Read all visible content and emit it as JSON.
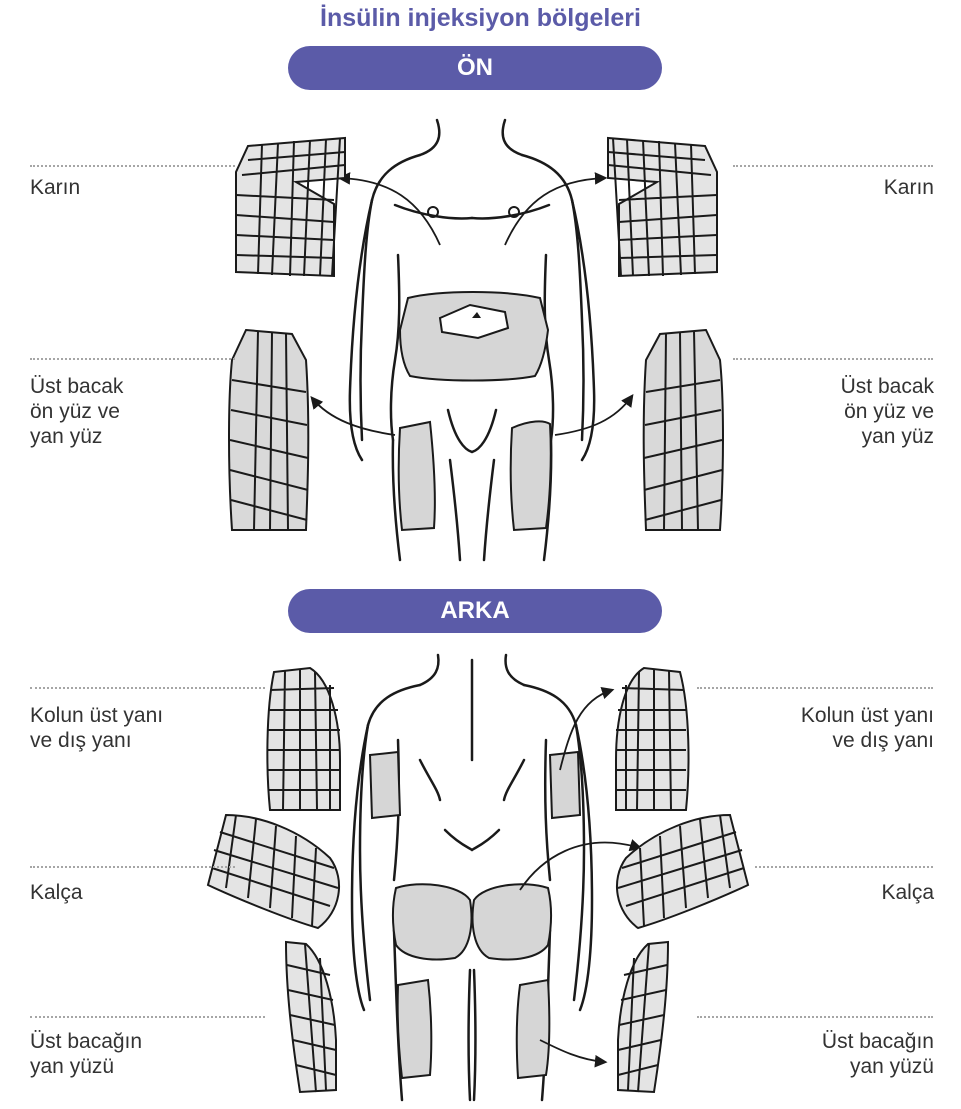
{
  "title": "İnsülin injeksiyon bölgeleri",
  "colors": {
    "accent": "#5b5ba8",
    "zone_fill": "#d6d6d6",
    "outline": "#1a1a1a"
  },
  "front": {
    "header": "ÖN",
    "labels": {
      "abdomen_left": "Karın",
      "abdomen_right": "Karın",
      "thigh_left": "Üst bacak\nön yüz ve\nyan yüz",
      "thigh_right": "Üst bacak\nön yüz ve\nyan yüz"
    }
  },
  "back": {
    "header": "ARKA",
    "labels": {
      "arm_left": "Kolun üst yanı\nve dış yanı",
      "arm_right": "Kolun üst yanı\nve dış yanı",
      "hip_left": "Kalça",
      "hip_right": "Kalça",
      "leg_left": "Üst bacağın\nyan yüzü",
      "leg_right": "Üst bacağın\nyan yüzü"
    }
  }
}
